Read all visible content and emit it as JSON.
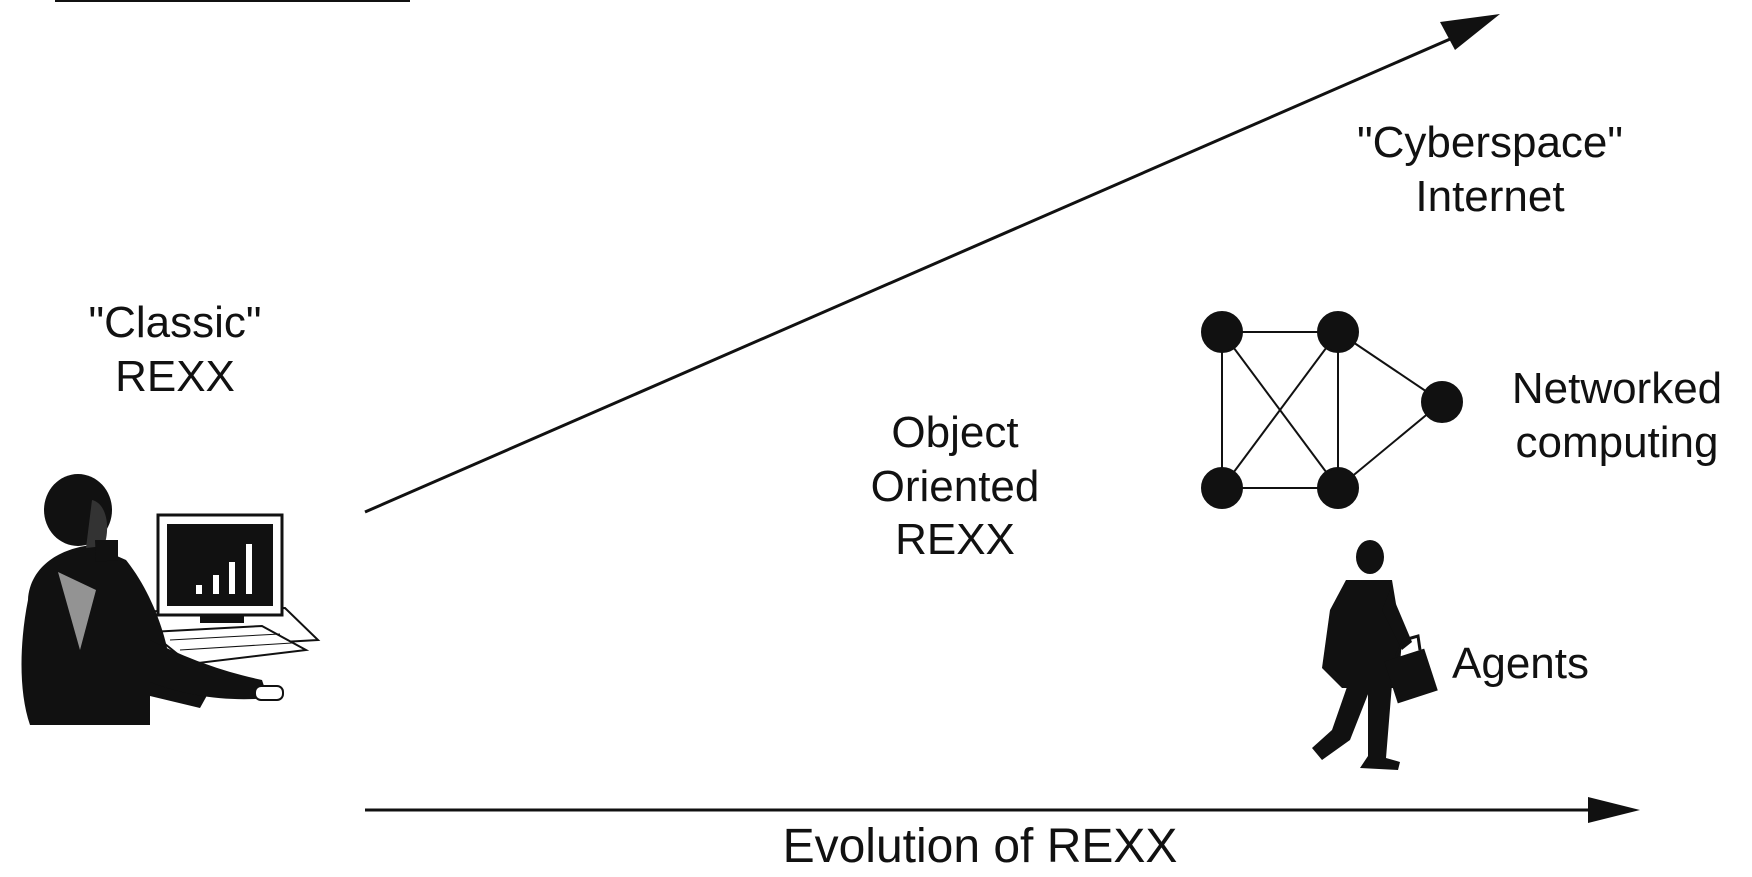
{
  "labels": {
    "classic_line1": "\"Classic\"",
    "classic_line2": "REXX",
    "oo_line1": "Object",
    "oo_line2": "Oriented",
    "oo_line3": "REXX",
    "cyber_line1": "\"Cyberspace\"",
    "cyber_line2": "Internet",
    "network_line1": "Networked",
    "network_line2": "computing",
    "agents": "Agents",
    "axis_title": "Evolution of REXX"
  },
  "icons": {
    "person_at_computer": "person-at-computer-icon",
    "network_graph": "network-graph-icon",
    "walking_agent": "walking-businessman-icon"
  },
  "colors": {
    "ink": "#111111",
    "background": "#ffffff"
  }
}
